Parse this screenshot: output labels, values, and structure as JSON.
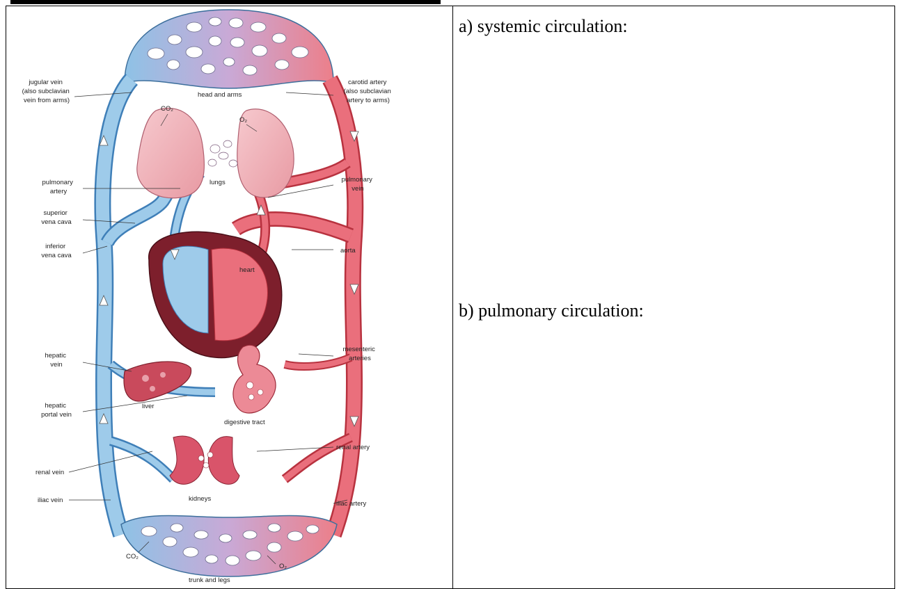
{
  "prompts": {
    "systemic": "a) systemic circulation:",
    "pulmonary": "b) pulmonary circulation:"
  },
  "labels": {
    "jugular_vein": [
      "jugular vein",
      "(also subclavian",
      "vein from arms)"
    ],
    "head_and_arms": "head and arms",
    "carotid_artery": [
      "carotid artery",
      "(also subclavian",
      "artery to arms)"
    ],
    "co2_top": "CO₂",
    "o2_top": "O₂",
    "pulmonary_artery": [
      "pulmonary",
      "artery"
    ],
    "lungs": "lungs",
    "pulmonary_vein": [
      "pulmonary",
      "vein"
    ],
    "superior_vena_cava": [
      "superior",
      "vena cava"
    ],
    "inferior_vena_cava": [
      "inferior",
      "vena cava"
    ],
    "aorta": "aorta",
    "heart": "heart",
    "hepatic_vein": [
      "hepatic",
      "vein"
    ],
    "mesenteric_arteries": [
      "mesenteric",
      "arteries"
    ],
    "liver": "liver",
    "hepatic_portal_vein": [
      "hepatic",
      "portal vein"
    ],
    "digestive_tract": "digestive tract",
    "renal_artery": "renal artery",
    "renal_vein": "renal vein",
    "kidneys": "kidneys",
    "iliac_vein": "iliac vein",
    "iliac_artery": "iliac artery",
    "co2_bottom": "CO₂",
    "o2_bottom": "O₂",
    "trunk_and_legs": "trunk and legs"
  },
  "colors": {
    "vein_blue": "#9ecbea",
    "vein_dark": "#3f7fb8",
    "artery_red": "#ea6f7c",
    "artery_dark": "#b8323f",
    "heart_wall": "#7d1f2c",
    "organ_red": "#d9546a"
  }
}
